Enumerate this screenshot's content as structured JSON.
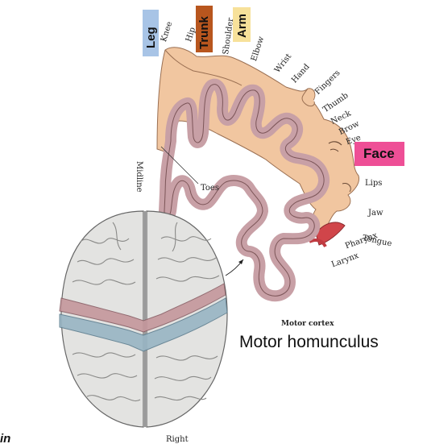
{
  "labels": {
    "knee": "Knee",
    "hip": "Hip",
    "shoulder": "Shoulder",
    "elbow": "Elbow",
    "wrist": "Wrist",
    "hand": "Hand",
    "fingers": "Fingers",
    "thumb": "Thumb",
    "neck": "Neck",
    "brow": "Brow",
    "eye": "Eye",
    "lips": "Lips",
    "jaw": "Jaw",
    "tongue": "Tongue",
    "pharynx": "Pharynx",
    "larynx": "Larynx",
    "toes": "Toes",
    "midline": "Midline"
  },
  "tags": {
    "leg": "Leg",
    "trunk": "Trunk",
    "arm": "Arm",
    "face": "Face"
  },
  "tag_colors": {
    "leg": "#a8c4e6",
    "trunk": "#b8561e",
    "arm": "#f7e19a",
    "face": "#ee4f96"
  },
  "captions": {
    "motor_cortex": "Motor cortex",
    "homunculus": "Motor homunculus",
    "right": "Right",
    "corner": "in"
  }
}
